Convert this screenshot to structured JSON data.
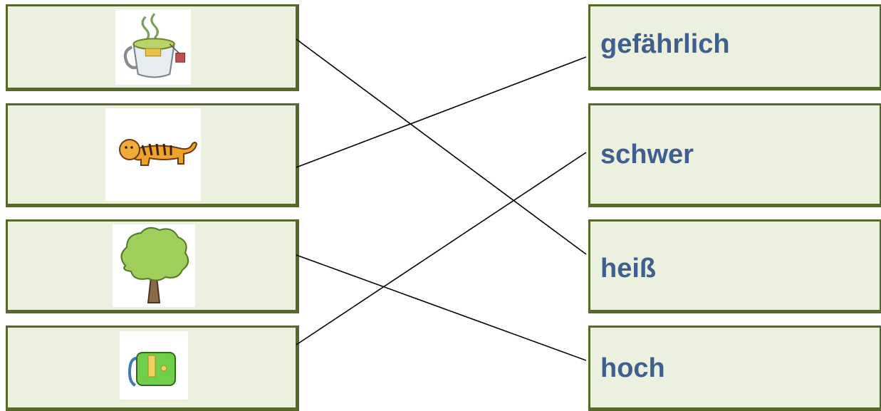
{
  "images": [
    {
      "icon": "tea-cup-icon",
      "label": "tea cup"
    },
    {
      "icon": "tiger-icon",
      "label": "tiger"
    },
    {
      "icon": "tree-icon",
      "label": "tree"
    },
    {
      "icon": "schoolbag-icon",
      "label": "school bag"
    }
  ],
  "words": [
    "gefährlich",
    "schwer",
    "heiß",
    "hoch"
  ],
  "matches": [
    {
      "from": 0,
      "to": 2
    },
    {
      "from": 1,
      "to": 0
    },
    {
      "from": 2,
      "to": 3
    },
    {
      "from": 3,
      "to": 1
    }
  ],
  "colors": {
    "card_fill": "#ecf1df",
    "card_border": "#56682a",
    "word_text": "#3e5f8f",
    "line": "#000000"
  }
}
